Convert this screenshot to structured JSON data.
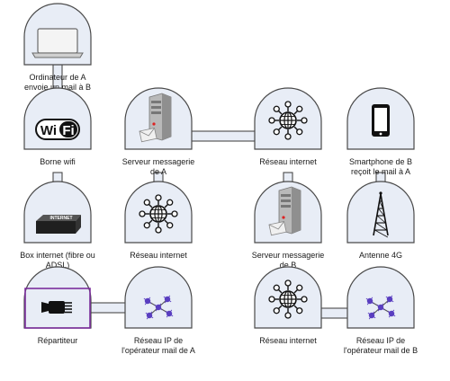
{
  "nodes": [
    {
      "id": "ordinateur",
      "label_lines": [
        "Ordinateur de A",
        "envoie un mail à B"
      ],
      "icon": "laptop-icon"
    },
    {
      "id": "borne-wifi",
      "label_lines": [
        "Borne wifi"
      ],
      "icon": "wifi-logo-icon",
      "icon_text": [
        "Wi",
        "Fi"
      ]
    },
    {
      "id": "box-internet",
      "label_lines": [
        "Box internet (fibre ou",
        "ADSL)"
      ],
      "icon": "router-box-icon",
      "icon_text": [
        "INTERNET"
      ]
    },
    {
      "id": "repartiteur",
      "label_lines": [
        "Répartiteur"
      ],
      "icon": "connector-plug-icon"
    },
    {
      "id": "serveur-a",
      "label_lines": [
        "Serveur messagerie",
        "de A"
      ],
      "icon": "mail-server-icon"
    },
    {
      "id": "reseau-internet-1",
      "label_lines": [
        "Réseau internet"
      ],
      "icon": "globe-network-icon"
    },
    {
      "id": "reseau-ip-a",
      "label_lines": [
        "Réseau IP de",
        "l'opérateur mail de A"
      ],
      "icon": "ip-network-icon"
    },
    {
      "id": "reseau-internet-2",
      "label_lines": [
        "Réseau internet"
      ],
      "icon": "globe-network-icon"
    },
    {
      "id": "serveur-b",
      "label_lines": [
        "Serveur messagerie",
        "de B"
      ],
      "icon": "mail-server-icon"
    },
    {
      "id": "reseau-internet-3",
      "label_lines": [
        "Réseau internet"
      ],
      "icon": "globe-network-icon"
    },
    {
      "id": "smartphone-b",
      "label_lines": [
        "Smartphone de B",
        "reçoit le mail à A"
      ],
      "icon": "smartphone-icon"
    },
    {
      "id": "antenne-4g",
      "label_lines": [
        "Antenne 4G"
      ],
      "icon": "antenna-tower-icon"
    },
    {
      "id": "reseau-ip-b",
      "label_lines": [
        "Réseau IP de",
        "l'opérateur mail de B"
      ],
      "icon": "ip-network-icon"
    }
  ],
  "edges": [
    [
      "ordinateur",
      "borne-wifi"
    ],
    [
      "borne-wifi",
      "box-internet"
    ],
    [
      "box-internet",
      "repartiteur"
    ],
    [
      "repartiteur",
      "reseau-ip-a"
    ],
    [
      "reseau-ip-a",
      "reseau-internet-1"
    ],
    [
      "reseau-internet-1",
      "serveur-a"
    ],
    [
      "serveur-a",
      "reseau-internet-2"
    ],
    [
      "reseau-internet-2",
      "serveur-b"
    ],
    [
      "serveur-b",
      "reseau-internet-3"
    ],
    [
      "reseau-internet-3",
      "reseau-ip-b"
    ],
    [
      "reseau-ip-b",
      "antenne-4g"
    ],
    [
      "antenne-4g",
      "smartphone-b"
    ]
  ],
  "colors": {
    "dome_fill": "#e8edf6",
    "dome_stroke": "#4a4a4a",
    "selection": "#7b2d9c",
    "network_accent": "#5a3fc0"
  }
}
